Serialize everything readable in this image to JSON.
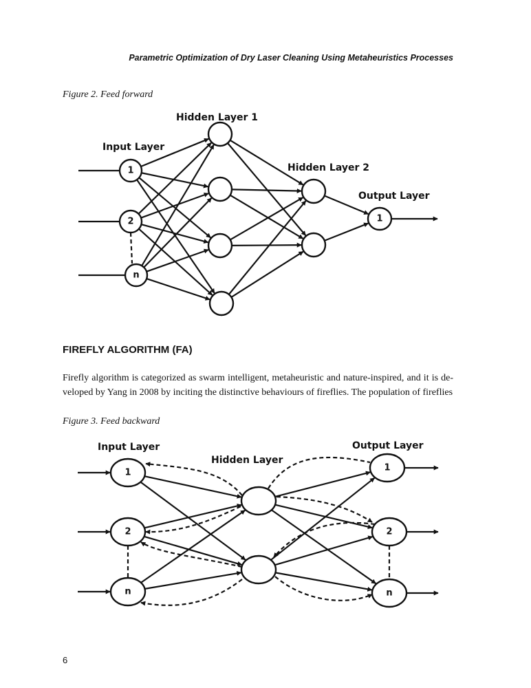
{
  "header": {
    "running_title": "Parametric Optimization of Dry Laser Cleaning Using Metaheuristics Processes"
  },
  "figure2": {
    "caption": "Figure 2. Feed forward",
    "labels": {
      "input_layer": "Input Layer",
      "hidden_layer_1": "Hidden Layer 1",
      "hidden_layer_2": "Hidden Layer 2",
      "output_layer": "Output Layer"
    },
    "input_nodes": [
      "1",
      "2",
      "n"
    ],
    "output_nodes": [
      "1"
    ]
  },
  "section": {
    "heading": "FIREFLY ALGORITHM (FA)",
    "paragraph": "Firefly algorithm is categorized as swarm intelligent, metaheuristic and nature-inspired, and it is de-veloped by Yang in 2008 by inciting the distinctive behaviours of fireflies. The population of fireflies"
  },
  "figure3": {
    "caption": "Figure 3. Feed backward",
    "labels": {
      "input_layer": "Input Layer",
      "hidden_layer": "Hidden Layer",
      "output_layer": "Output Layer"
    },
    "input_nodes": [
      "1",
      "2",
      "n"
    ],
    "output_nodes": [
      "1",
      "2",
      "n"
    ]
  },
  "footer": {
    "page_number": "6"
  }
}
